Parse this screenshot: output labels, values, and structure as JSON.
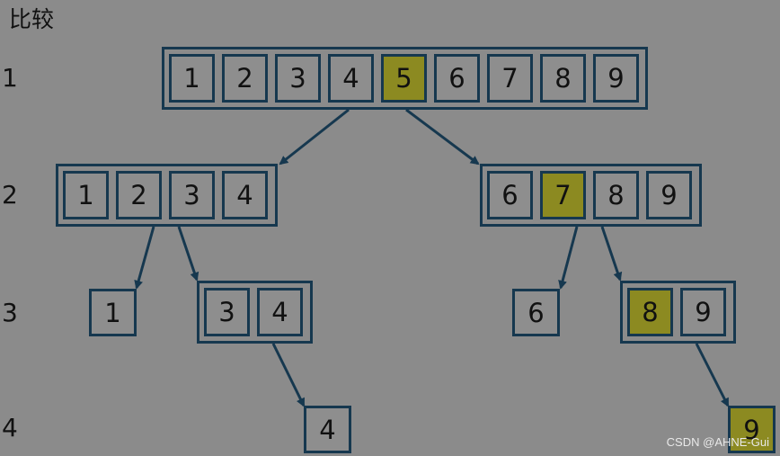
{
  "title": "比较",
  "row_labels": [
    "1",
    "2",
    "3",
    "4"
  ],
  "watermark": "CSDN @AHNE-Gui",
  "colors": {
    "background": "#8b8b8b",
    "border": "#16384f",
    "highlight": "#8c8a21",
    "arrow": "#16384f"
  },
  "nodes": [
    {
      "id": "n1",
      "cells": [
        {
          "v": "1"
        },
        {
          "v": "2"
        },
        {
          "v": "3"
        },
        {
          "v": "4"
        },
        {
          "v": "5",
          "hl": true
        },
        {
          "v": "6"
        },
        {
          "v": "7"
        },
        {
          "v": "8"
        },
        {
          "v": "9"
        }
      ]
    },
    {
      "id": "n2l",
      "cells": [
        {
          "v": "1"
        },
        {
          "v": "2"
        },
        {
          "v": "3"
        },
        {
          "v": "4"
        }
      ]
    },
    {
      "id": "n2r",
      "cells": [
        {
          "v": "6"
        },
        {
          "v": "7",
          "hl": true
        },
        {
          "v": "8"
        },
        {
          "v": "9"
        }
      ]
    },
    {
      "id": "n3a",
      "cells": [
        {
          "v": "1"
        }
      ]
    },
    {
      "id": "n3b",
      "cells": [
        {
          "v": "3"
        },
        {
          "v": "4"
        }
      ]
    },
    {
      "id": "n3c",
      "cells": [
        {
          "v": "6"
        }
      ]
    },
    {
      "id": "n3d",
      "cells": [
        {
          "v": "8",
          "hl": true
        },
        {
          "v": "9"
        }
      ]
    },
    {
      "id": "n4a",
      "cells": [
        {
          "v": "4"
        }
      ]
    },
    {
      "id": "n4b",
      "cells": [
        {
          "v": "9",
          "hl": true
        }
      ]
    }
  ],
  "edges": [
    {
      "from": "n1",
      "to": "n2l"
    },
    {
      "from": "n1",
      "to": "n2r"
    },
    {
      "from": "n2l",
      "to": "n3a"
    },
    {
      "from": "n2l",
      "to": "n3b"
    },
    {
      "from": "n2r",
      "to": "n3c"
    },
    {
      "from": "n2r",
      "to": "n3d"
    },
    {
      "from": "n3b",
      "to": "n4a"
    },
    {
      "from": "n3d",
      "to": "n4b"
    }
  ]
}
